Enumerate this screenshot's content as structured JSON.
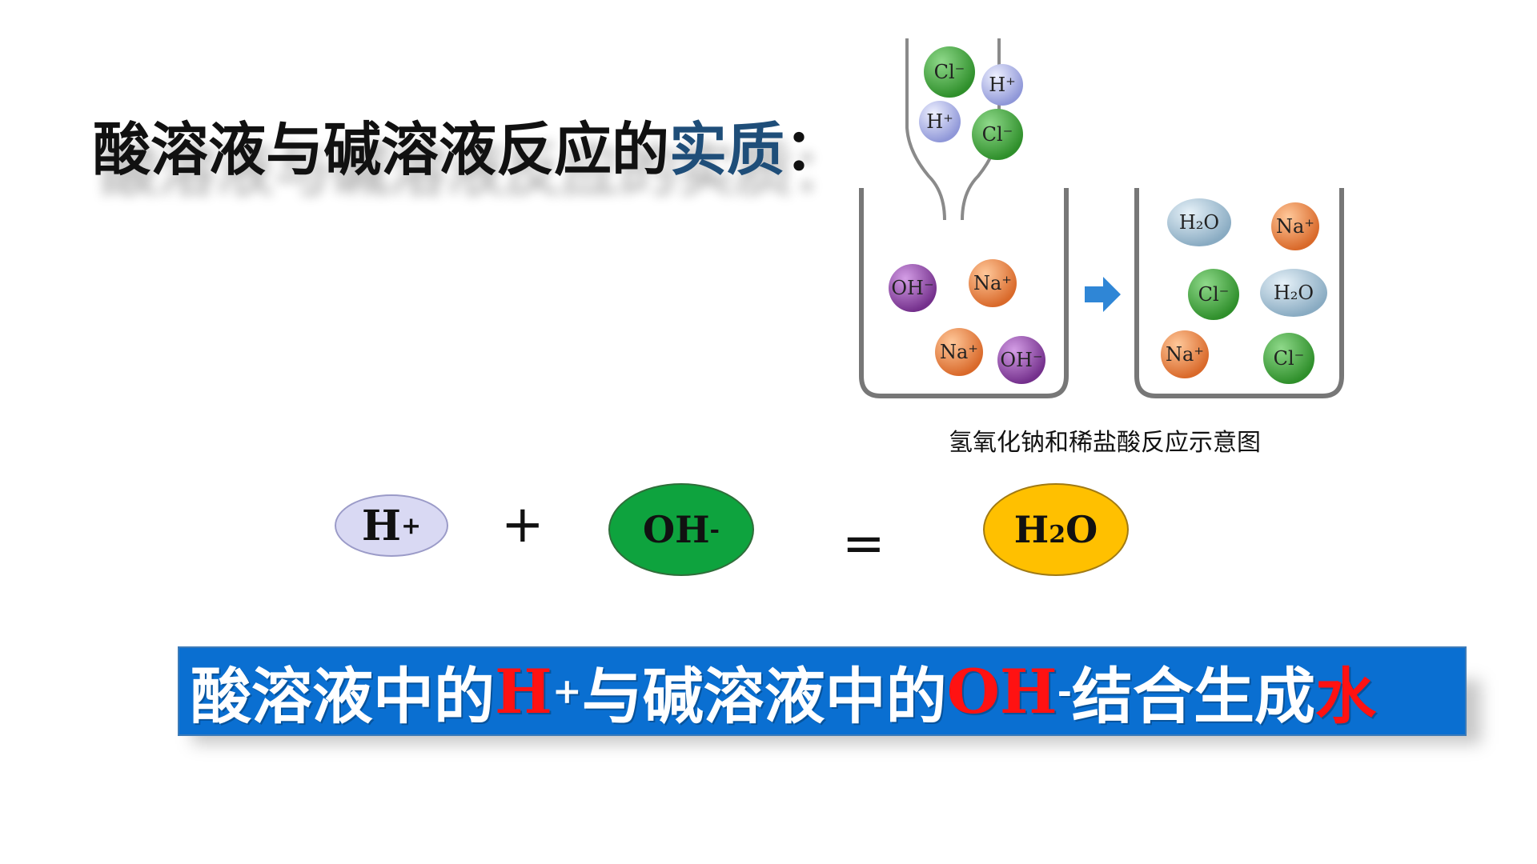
{
  "title": {
    "main": "酸溶液与碱溶液反应的",
    "accent": "实质",
    "colon": "："
  },
  "illustration": {
    "caption": "氢氧化钠和稀盐酸反应示意图",
    "funnel_ions": [
      "Cl-",
      "H+",
      "H+",
      "Cl-"
    ],
    "beaker_left_ions": [
      "OH-",
      "Na+",
      "Na+",
      "OH-"
    ],
    "beaker_right_ions": [
      "H2O",
      "Na+",
      "Cl-",
      "H2O",
      "Na+",
      "Cl-"
    ],
    "colors": {
      "cl": "#3fa43b",
      "h": "#b9c0ea",
      "oh": "#8e4aa6",
      "na": "#ef8a3a",
      "h2o": "#a9c4d6",
      "arrow": "#2f86d6"
    }
  },
  "equation": {
    "h": {
      "base": "H",
      "sup": "+"
    },
    "plus": "+",
    "oh": {
      "base": "OH",
      "sup": "-"
    },
    "equals": "=",
    "h2o": {
      "a": "H",
      "sub": "2",
      "b": "O"
    }
  },
  "banner": {
    "part1": "酸溶液中的",
    "h": "H",
    "h_sup": "+",
    "part2": "与碱溶液中的",
    "oh": "OH",
    "oh_sup": "-",
    "part3": "结合生成",
    "water": "水",
    "bg": "#0a6fd1"
  }
}
